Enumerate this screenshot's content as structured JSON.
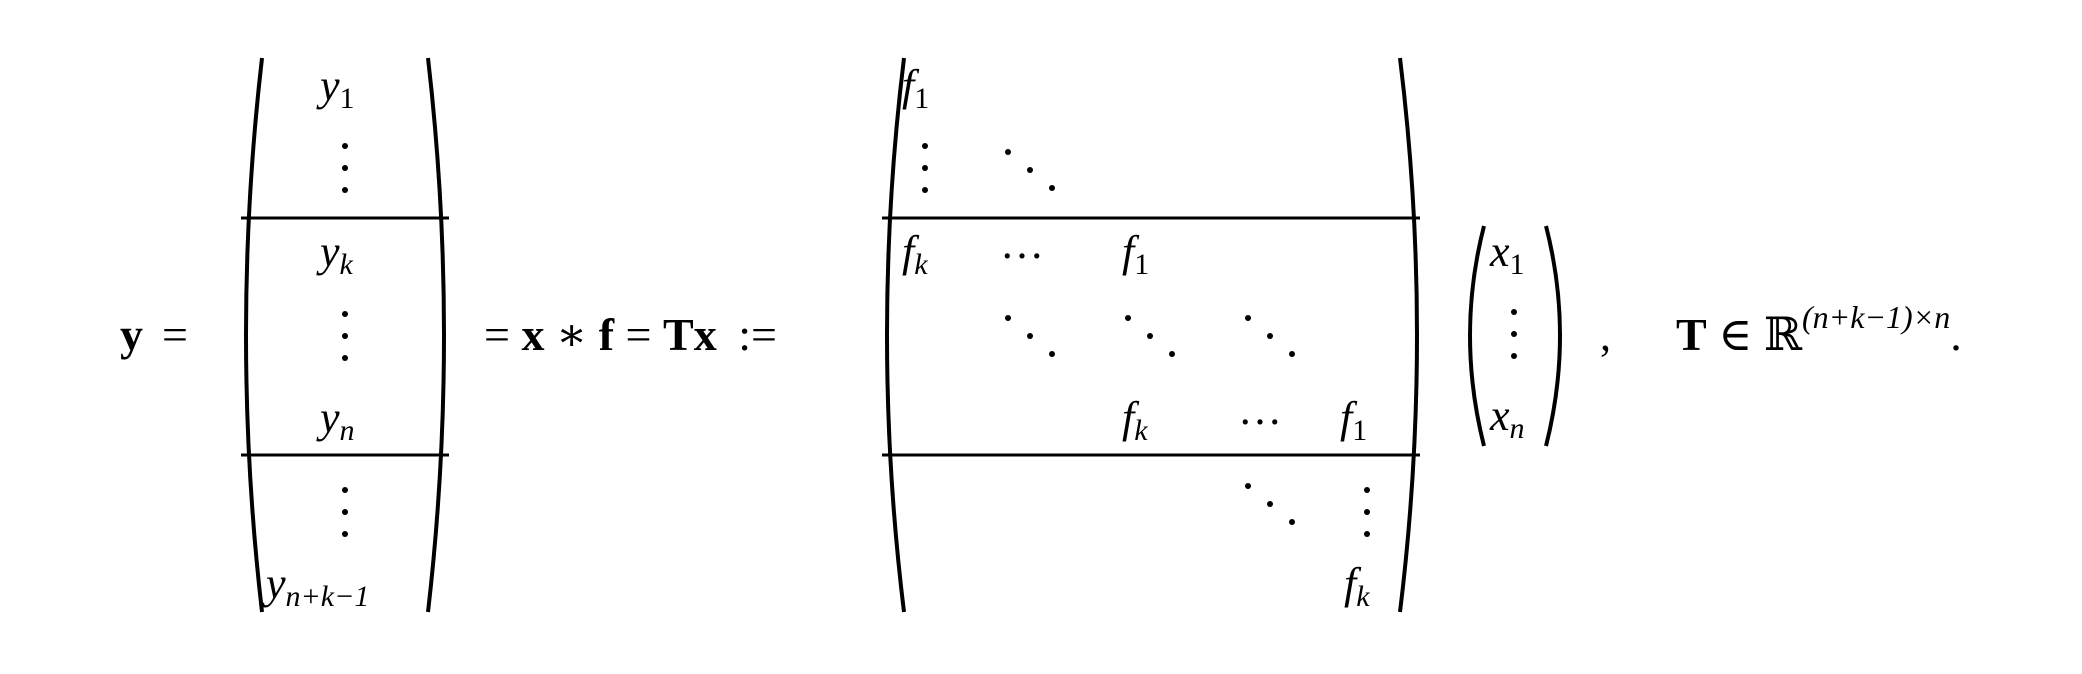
{
  "equation": {
    "lhs": "y",
    "eq1": "=",
    "conv": {
      "eq": "=",
      "x": "x",
      "star": "∗",
      "f": "f",
      "eq2": "=",
      "T": "T",
      "x2": "x",
      "defeq": ":="
    },
    "y_vector": [
      "y",
      "1",
      "y",
      "k",
      "y",
      "n",
      "y",
      "n+k−1"
    ],
    "T_matrix": {
      "f": "f",
      "idx_1": "1",
      "idx_k": "k",
      "hdots": "…"
    },
    "x_vector": [
      "x",
      "1",
      "x",
      "n"
    ],
    "comma": ",",
    "domain": {
      "T": "T",
      "in": "∈",
      "R": "ℝ",
      "exponent": "(n+k−1)×n",
      "period": "."
    }
  }
}
